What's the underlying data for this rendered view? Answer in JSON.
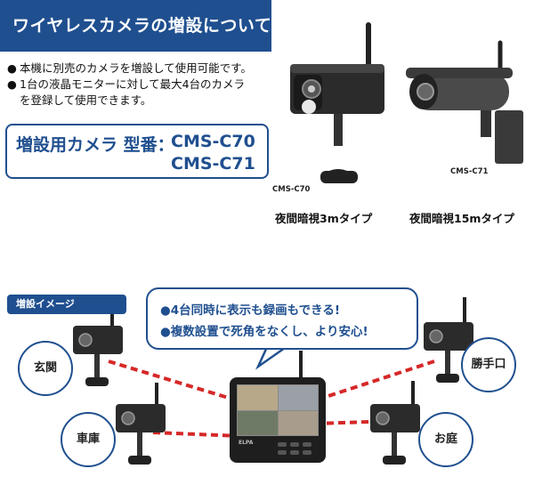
{
  "header": {
    "title": "ワイヤレスカメラの増設について"
  },
  "bullets": [
    "本機に別売のカメラを増設して使用可能です。",
    "1台の液晶モニターに対して最大4台のカメラ",
    "を登録して使用できます。"
  ],
  "bullet_glyph": "●",
  "model_box": {
    "title": "増設用カメラ 型番：",
    "models": [
      "CMS-C70",
      "CMS-C71"
    ]
  },
  "cameras": [
    {
      "model": "CMS-C70",
      "type": "夜間暗視3mタイプ"
    },
    {
      "model": "CMS-C71",
      "type": "夜間暗視15mタイプ"
    }
  ],
  "diagram": {
    "tag": "増設イメージ",
    "bubble": [
      "●4台同時に表示も録画もできる!",
      "●複数設置で死角をなくし、より安心!"
    ],
    "locations": [
      "玄関",
      "車庫",
      "勝手口",
      "お庭"
    ],
    "monitor_brand": "ELPA"
  },
  "colors": {
    "brand_blue": "#1f4f8f",
    "signal_red": "#d62828",
    "camera_body": "#2b2b2b"
  }
}
